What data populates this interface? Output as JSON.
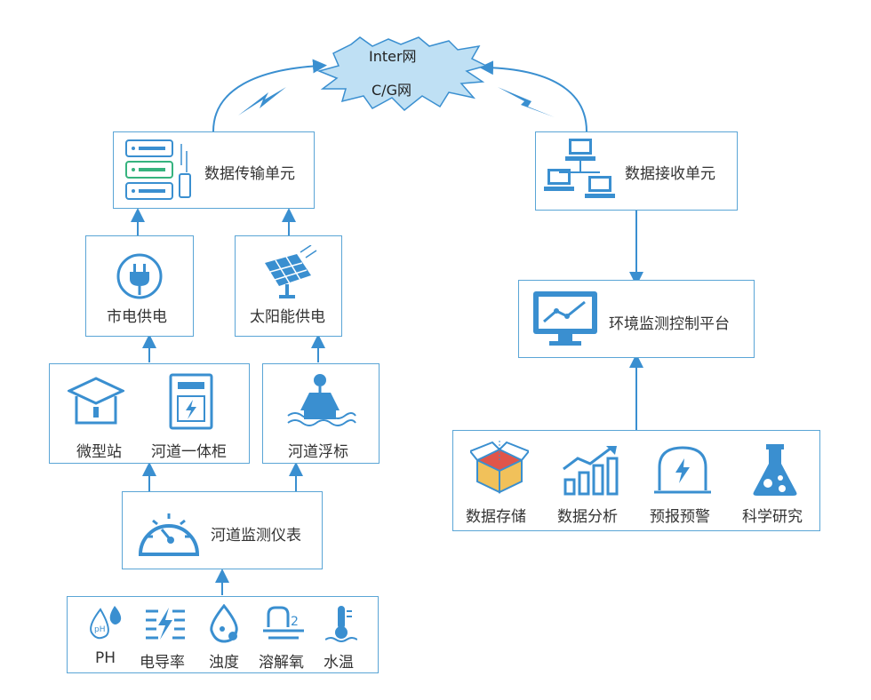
{
  "network": {
    "internet": "Inter网",
    "mobile": "C/G网"
  },
  "transmission_unit": {
    "label": "数据传输单元"
  },
  "receiving_unit": {
    "label": "数据接收单元"
  },
  "platform": {
    "label": "环境监测控制平台"
  },
  "power": {
    "mains": "市电供电",
    "solar": "太阳能供电"
  },
  "stations": {
    "micro": "微型站",
    "cabinet": "河道一体柜",
    "buoy": "河道浮标"
  },
  "instrument": {
    "label": "河道监测仪表"
  },
  "sensors": [
    {
      "label": "PH",
      "icon": "ph-drops-icon"
    },
    {
      "label": "电导率",
      "icon": "conductivity-icon"
    },
    {
      "label": "浊度",
      "icon": "turbidity-drop-icon"
    },
    {
      "label": "溶解氧",
      "icon": "dissolved-oxygen-icon"
    },
    {
      "label": "水温",
      "icon": "thermometer-icon"
    }
  ],
  "applications": [
    {
      "label": "数据存储",
      "icon": "storage-box-icon"
    },
    {
      "label": "数据分析",
      "icon": "bar-chart-icon"
    },
    {
      "label": "预报预警",
      "icon": "warning-icon"
    },
    {
      "label": "科学研究",
      "icon": "flask-icon"
    }
  ],
  "colors": {
    "accent": "#3a8fd0",
    "border": "#5aa5d6",
    "cloud": "#bfe0f4",
    "storage_red": "#e0554a",
    "storage_yellow": "#f1c15a",
    "led_green": "#36b37e"
  }
}
